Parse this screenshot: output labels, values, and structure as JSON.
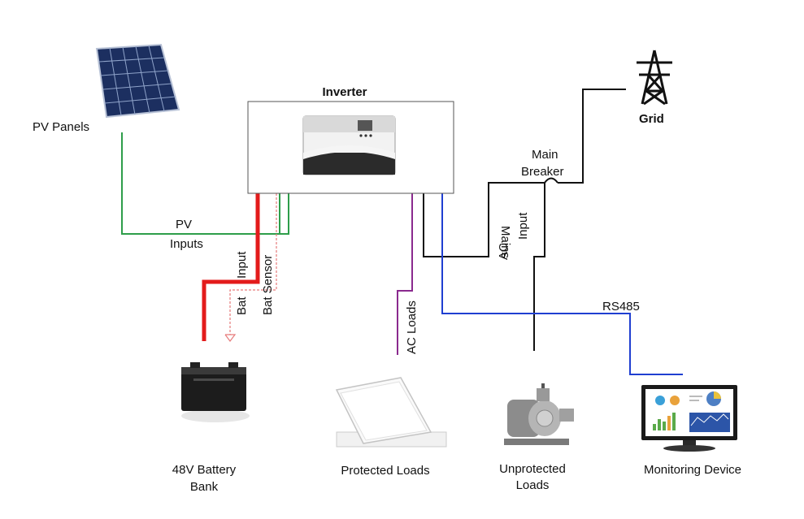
{
  "inverter": {
    "title": "Inverter",
    "title_color": "#e0191b"
  },
  "components": {
    "pv_panels": "PV Panels",
    "grid": "Grid",
    "battery": {
      "line1": "48V Battery",
      "line2": "Bank"
    },
    "protected_loads": "Protected Loads",
    "unprotected_loads": {
      "line1": "Unprotected",
      "line2": "Loads"
    },
    "monitoring_device": "Monitoring Device"
  },
  "connections": {
    "pv_inputs": {
      "line1": "PV",
      "line2": "Inputs"
    },
    "bat_input": {
      "line1": "Input",
      "line2": "Bat"
    },
    "bat_sensor": "Bat Sensor",
    "ac_loads": "AC Loads",
    "ac_mains_input": {
      "line1": "Mains",
      "line2": "AC",
      "line3": "Input"
    },
    "main_breaker": {
      "line1": "Main",
      "line2": "Breaker"
    },
    "rs485": "RS485"
  },
  "colors": {
    "pv_wire": "#2e9e4a",
    "battery_wire": "#e31b1b",
    "sensor_wire": "#e67a7a",
    "ac_loads_wire": "#8a2a8e",
    "rs485_wire": "#1f3fd1",
    "mains_wire": "#111111"
  }
}
